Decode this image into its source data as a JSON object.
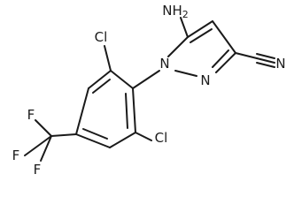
{
  "molecule": {
    "atoms": {
      "amine": "NH",
      "amine_sub": "2",
      "ring_n1": "N",
      "ring_n2": "N",
      "nitrile_n": "N",
      "chloro_top": "Cl",
      "chloro_bottom": "Cl",
      "f_top": "F",
      "f_left": "F",
      "f_bottom": "F"
    }
  }
}
